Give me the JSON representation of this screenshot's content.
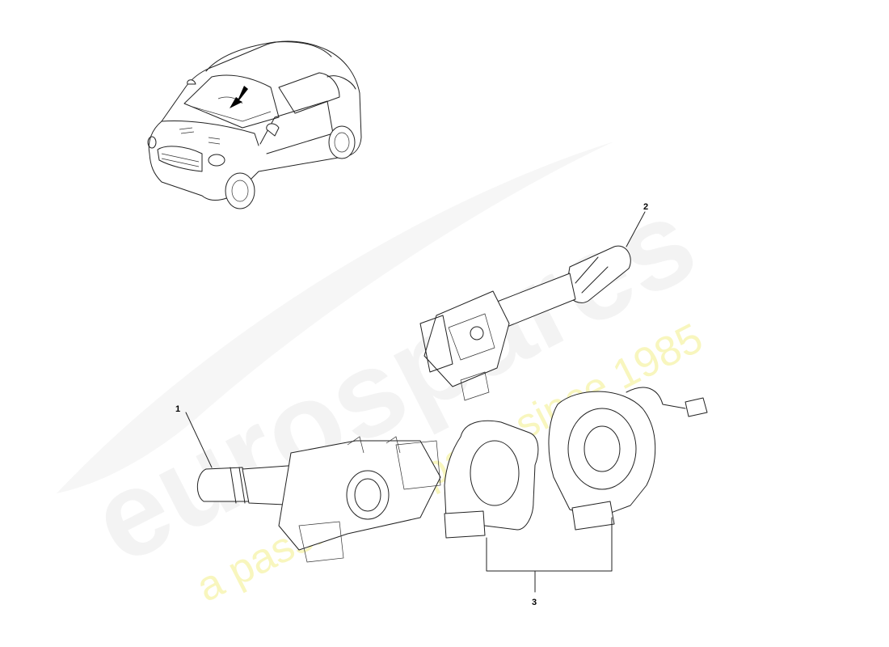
{
  "watermark": {
    "brand": "eurospares",
    "tagline": "a passion for parts since 1985",
    "tagline_color": "#f3f08a"
  },
  "callouts": {
    "part_1": "1",
    "part_2": "2",
    "part_3": "3"
  },
  "locator_arrow_color": "#000000"
}
